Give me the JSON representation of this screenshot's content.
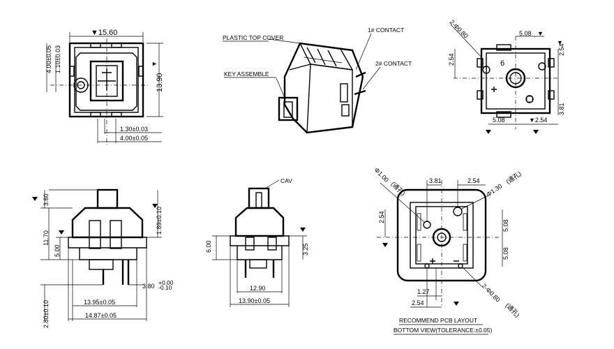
{
  "top_view": {
    "width_overall": "▼15.60",
    "dim_left_a": "4.00±0.05",
    "dim_left_b": "1.10±0.03",
    "height_right": "13.90",
    "height_right_mark": "▼",
    "dim_bottom_a": "1.30±0.03",
    "dim_bottom_b": "4.00±0.05"
  },
  "iso_view": {
    "plastic_top_cover": "PLASTIC TOP COVER",
    "key_assemble": "KEY ASSEMBLE",
    "contact_1": "1# CONTACT",
    "contact_2": "2# CONTACT"
  },
  "bottom_view_top_right": {
    "holes": "2-Φ0.80",
    "dim_top": "5.08",
    "dim_top_mark": "▼",
    "dim_right_top": "2.54",
    "dim_right_top_mark": "▼",
    "dim_left": "2.54",
    "dim_right_bottom": "3.81",
    "dim_bottom_a": "5.08",
    "dim_bottom_b": "▼2.54",
    "pin_label": "6"
  },
  "side_view": {
    "dim_top": "3.60",
    "dim_left_a": "11.70",
    "dim_left_b": "5.00",
    "dim_left_c": "2.80±0.10",
    "dim_right_a": "1.89±0.10",
    "dim_right_b": "3.80",
    "dim_right_b_tol_plus": "+0.00",
    "dim_right_b_tol_minus": "-0.10",
    "dim_bottom_a": "13.95±0.05",
    "dim_bottom_b": "14.87±0.05"
  },
  "front_view": {
    "cav": "CAV",
    "dim_left": "6.00",
    "dim_right": "3.25",
    "dim_bottom_a": "12.90",
    "dim_bottom_b": "13.90±0.05"
  },
  "pcb_layout": {
    "hole_left": "Φ1.00",
    "hole_left_note": "(通孔)",
    "hole_right": "Φ1.30",
    "hole_right_note": "(通孔)",
    "dim_top_a": "3.81",
    "dim_top_b": "2.54",
    "dim_left": "2.54",
    "dim_right_a": "5.08",
    "dim_right_b": "5.08",
    "dim_bottom_a": "1.27",
    "dim_bottom_b": "2.54",
    "holes_small": "2-Φ0.80",
    "holes_small_note": "(通孔)",
    "title": "RECOMMEND PCB LAYOUT",
    "subtitle": "BOTTOM VIEW(TOLERANCE:±0.05)"
  }
}
